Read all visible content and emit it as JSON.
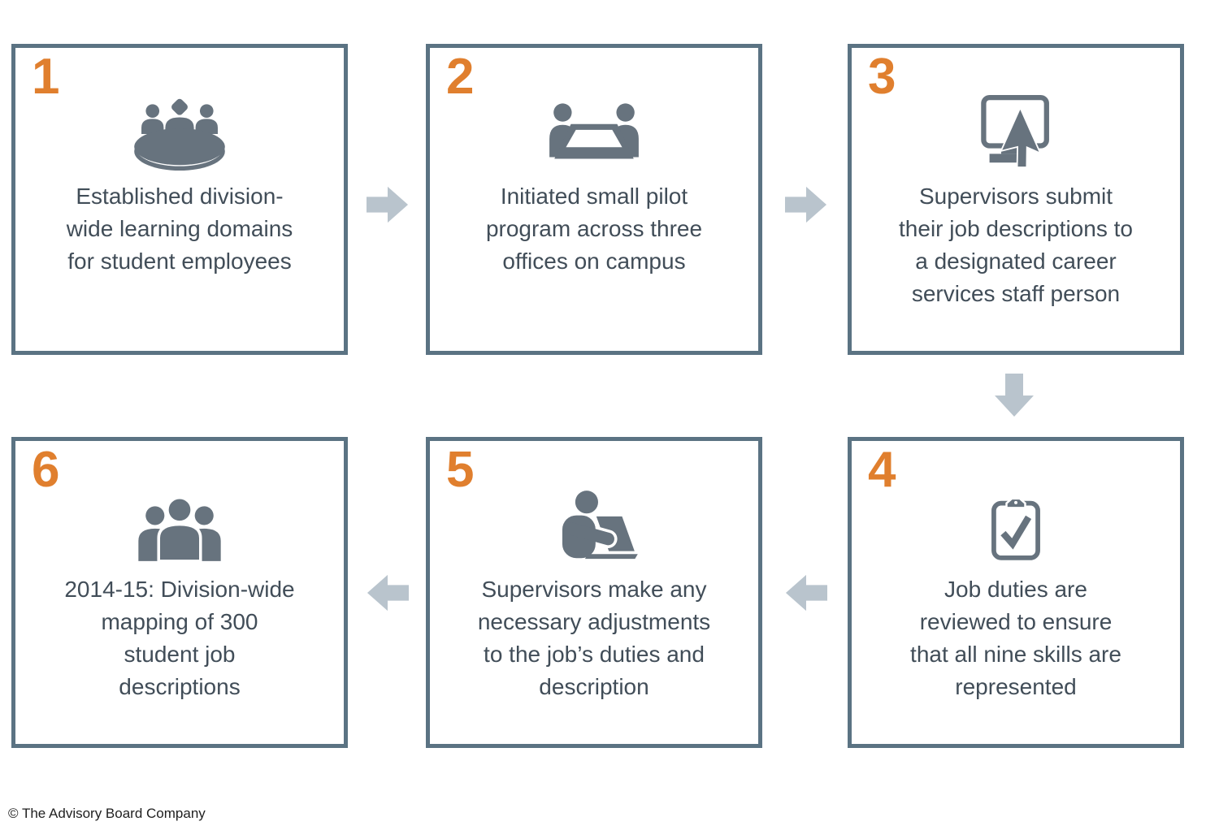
{
  "colors": {
    "accent-orange": "#e07f2e",
    "box-border": "#5b7383",
    "icon-gray": "#67737e",
    "text-gray": "#414d58",
    "arrow-gray": "#b9c4cd",
    "footer-text": "#1f1f1f",
    "background": "#ffffff"
  },
  "steps": [
    {
      "number": "1",
      "icon": "roundtable-meeting-icon",
      "text": "Established division-\nwide learning domains\nfor student employees"
    },
    {
      "number": "2",
      "icon": "meeting-table-icon",
      "text": "Initiated small pilot\nprogram across three\noffices on campus"
    },
    {
      "number": "3",
      "icon": "computer-cursor-icon",
      "text": "Supervisors submit\ntheir job descriptions to\na designated career\nservices staff person"
    },
    {
      "number": "4",
      "icon": "clipboard-check-icon",
      "text": "Job duties are\nreviewed to ensure\nthat all nine skills are\nrepresented"
    },
    {
      "number": "5",
      "icon": "person-laptop-icon",
      "text": "Supervisors make any\nnecessary adjustments\nto the job’s duties and\ndescription"
    },
    {
      "number": "6",
      "icon": "people-group-icon",
      "text": "2014-15: Division-wide\nmapping of 300\nstudent job\ndescriptions"
    }
  ],
  "arrows": [
    {
      "name": "arrow-step1-step2",
      "direction": "right"
    },
    {
      "name": "arrow-step2-step3",
      "direction": "right"
    },
    {
      "name": "arrow-step3-step4",
      "direction": "down"
    },
    {
      "name": "arrow-step4-step5",
      "direction": "left"
    },
    {
      "name": "arrow-step5-step6",
      "direction": "left"
    }
  ],
  "footer": {
    "copyright": "© The Advisory Board Company"
  }
}
